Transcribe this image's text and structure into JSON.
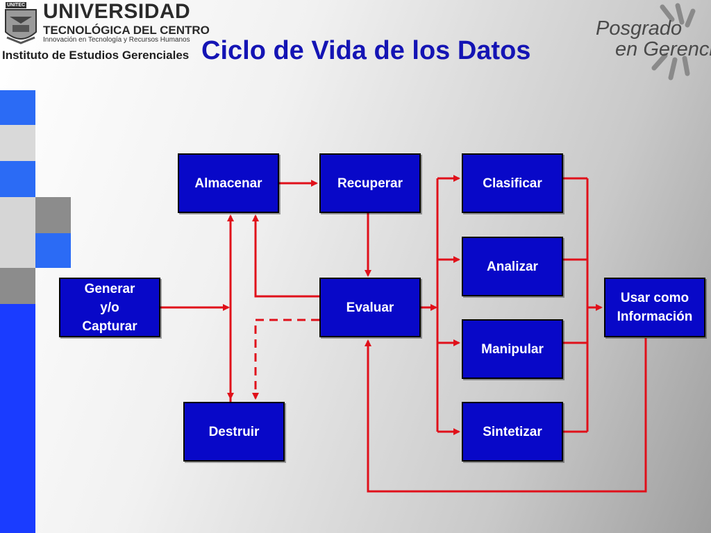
{
  "header": {
    "title": "Ciclo de Vida de los Datos",
    "left_logo": {
      "tag": "UNITEC",
      "line1": "UNIVERSIDAD",
      "line2": "TECNOLÓGICA DEL CENTRO",
      "line3": "Innovación en Tecnología y Recursos Humanos",
      "line4": "Instituto de Estudios Gerenciales"
    },
    "right_logo": {
      "line1": "Posgrado",
      "line2": "en Gerencia"
    }
  },
  "diagram": {
    "nodes": {
      "almacenar": "Almacenar",
      "recuperar": "Recuperar",
      "clasificar": "Clasificar",
      "analizar": "Analizar",
      "generar": "Generar\ny/o\nCapturar",
      "evaluar": "Evaluar",
      "usar": "Usar como\nInformación",
      "manipular": "Manipular",
      "destruir": "Destruir",
      "sintetizar": "Sintetizar"
    },
    "node_color": "#0808c8",
    "arrow_color": "#e0101a"
  },
  "decor_colors": {
    "blue": "#2b6bf5",
    "light": "#d9d9d9",
    "gray": "#8c8c8c",
    "navy": "#1a3cff"
  }
}
